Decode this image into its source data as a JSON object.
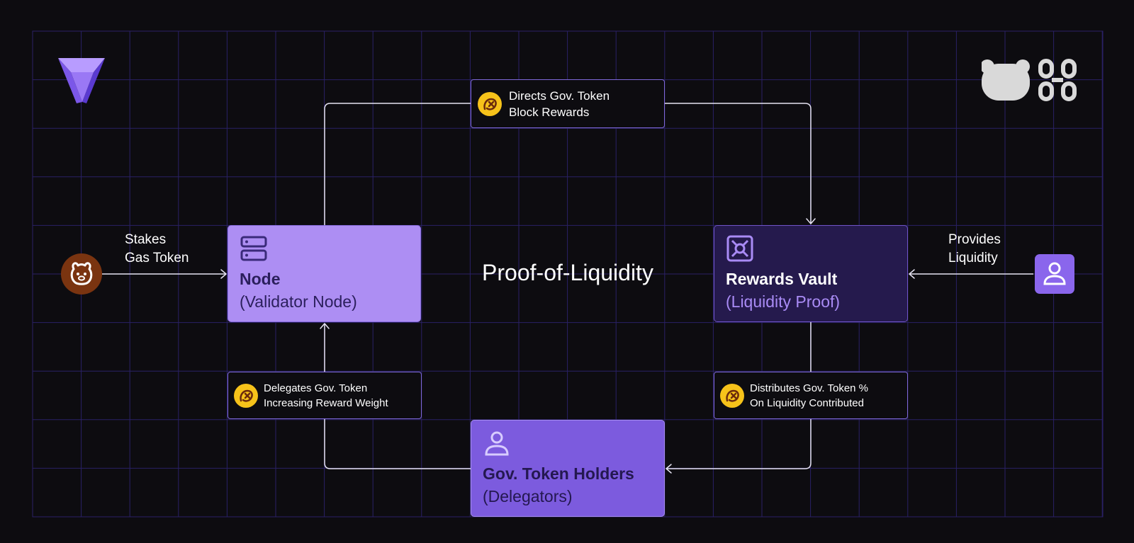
{
  "title": "Proof-of-Liquidity",
  "nodes": {
    "validator": {
      "title": "Node",
      "subtitle": "(Validator Node)",
      "icon": "server-icon"
    },
    "vault": {
      "title": "Rewards Vault",
      "subtitle": "(Liquidity Proof)",
      "icon": "vault-icon"
    },
    "holders": {
      "title": "Gov. Token Holders",
      "subtitle": "(Delegators)",
      "icon": "user-icon"
    }
  },
  "flows": {
    "block_rewards": {
      "line1": "Directs Gov. Token",
      "line2": "Block Rewards",
      "icon": "gov-token-coin-icon"
    },
    "delegates": {
      "line1": "Delegates Gov. Token",
      "line2": "Increasing Reward Weight",
      "icon": "gov-token-coin-icon"
    },
    "distributes": {
      "line1": "Distributes Gov. Token %",
      "line2": "On Liquidity Contributed",
      "icon": "gov-token-coin-icon"
    },
    "stakes": {
      "line1": "Stakes",
      "line2": "Gas Token",
      "icon": "bear-token-icon"
    },
    "provides": {
      "line1": "Provides",
      "line2": "Liquidity",
      "icon": "user-badge-icon"
    }
  },
  "logos": {
    "left": "brand-logo",
    "right": "partner-logo"
  },
  "colors": {
    "background": "#0d0c10",
    "grid": "#2a2166",
    "node_fill": "#ad8ef3",
    "vault_fill": "#251a4d",
    "holders_fill": "#7c5bde",
    "coin": "#f6c21a",
    "bear_badge": "#7a3410",
    "accent_text": "#a98bf5"
  }
}
